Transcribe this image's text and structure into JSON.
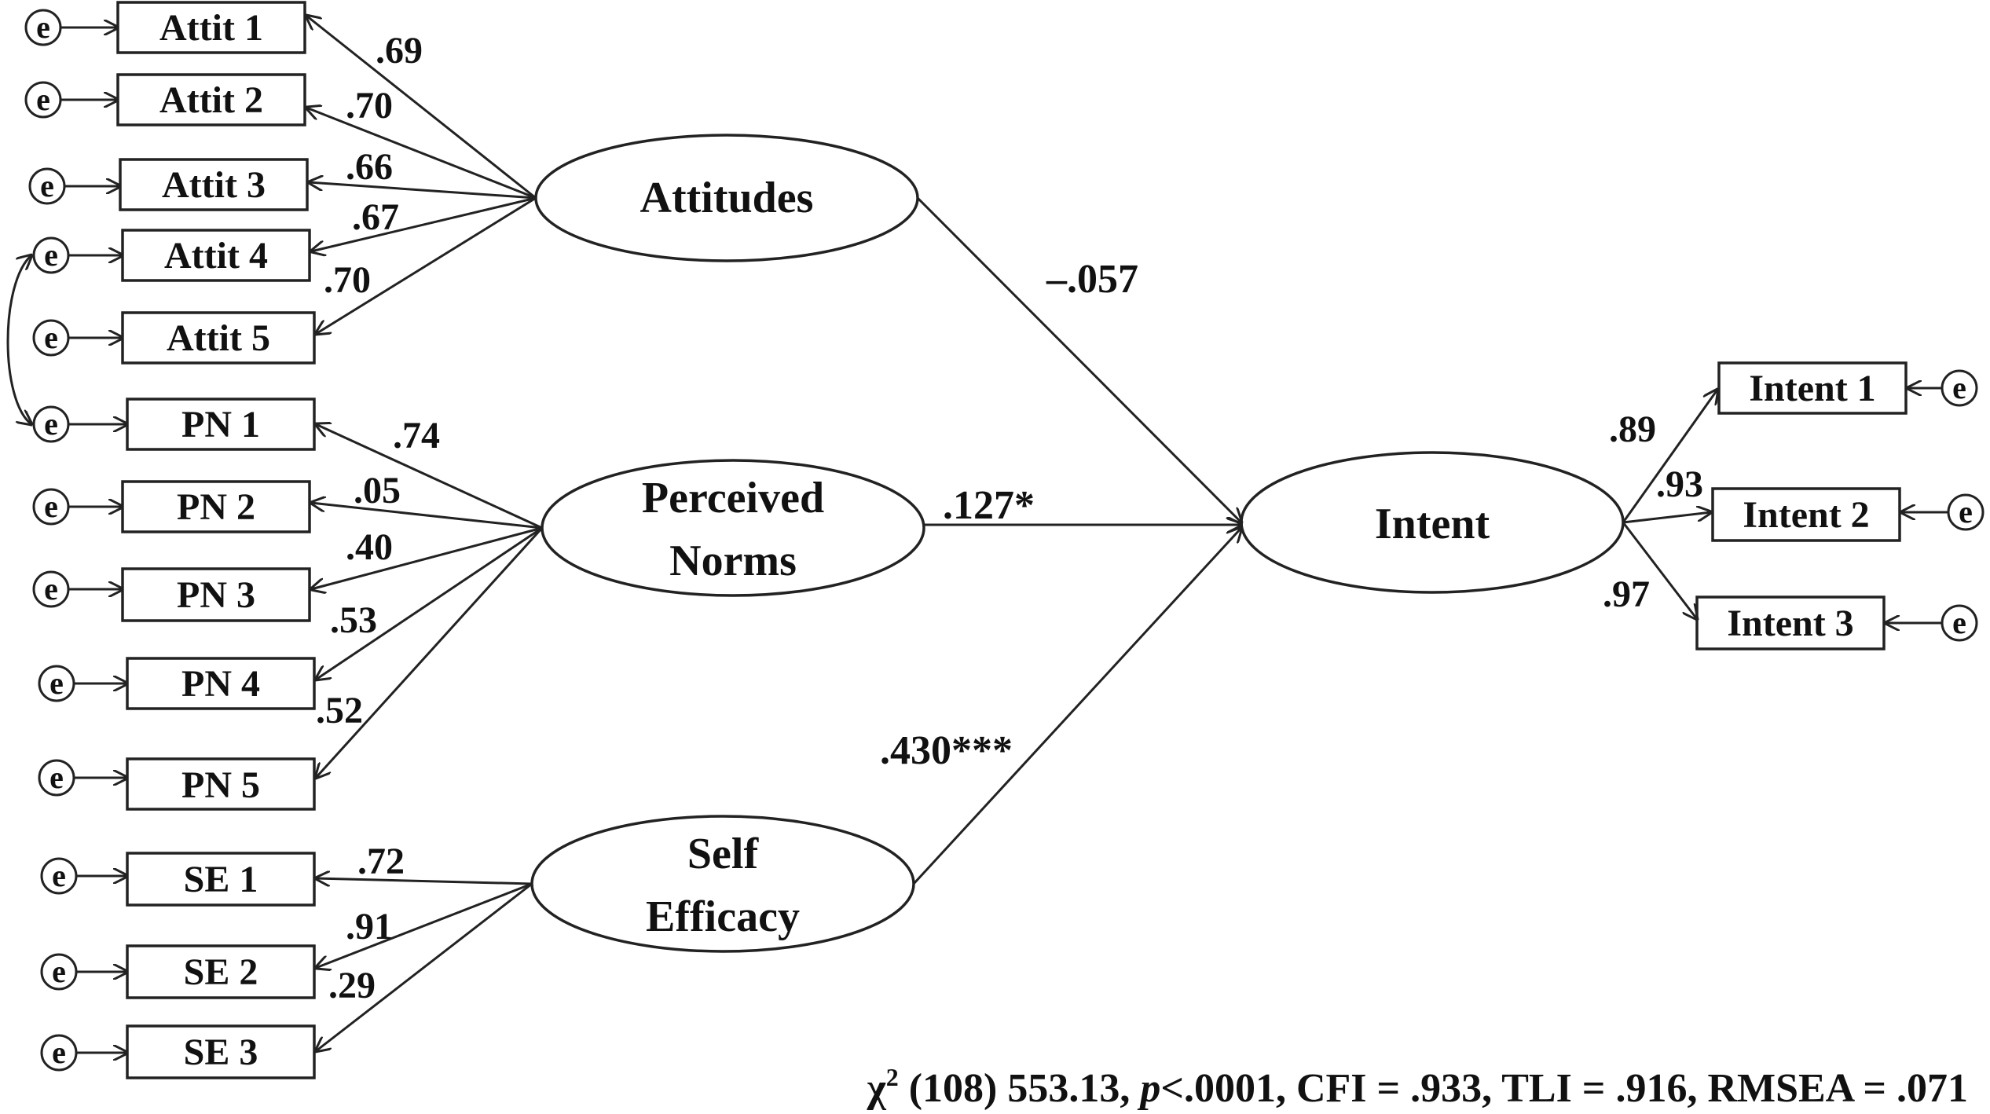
{
  "colors": {
    "stroke": "#222222",
    "text": "#111111",
    "background": "#ffffff"
  },
  "error_label": "e",
  "latents": {
    "attitudes": "Attitudes",
    "norms_line1": "Perceived",
    "norms_line2": "Norms",
    "efficacy_line1": "Self",
    "efficacy_line2": "Efficacy",
    "intent": "Intent"
  },
  "indicators": {
    "attitudes": [
      {
        "label": "Attit 1",
        "loading": ".69"
      },
      {
        "label": "Attit 2",
        "loading": ".70"
      },
      {
        "label": "Attit 3",
        "loading": ".66"
      },
      {
        "label": "Attit 4",
        "loading": ".67"
      },
      {
        "label": "Attit 5",
        "loading": ".70"
      }
    ],
    "norms": [
      {
        "label": "PN 1",
        "loading": ".74"
      },
      {
        "label": "PN 2",
        "loading": ".05"
      },
      {
        "label": "PN 3",
        "loading": ".40"
      },
      {
        "label": "PN 4",
        "loading": ".53"
      },
      {
        "label": "PN 5",
        "loading": ".52"
      }
    ],
    "efficacy": [
      {
        "label": "SE 1",
        "loading": ".72"
      },
      {
        "label": "SE 2",
        "loading": ".91"
      },
      {
        "label": "SE 3",
        "loading": ".29"
      }
    ],
    "intent": [
      {
        "label": "Intent 1",
        "loading": ".89"
      },
      {
        "label": "Intent 2",
        "loading": ".93"
      },
      {
        "label": "Intent 3",
        "loading": ".97"
      }
    ]
  },
  "paths": {
    "attitudes_to_intent": "–.057",
    "norms_to_intent": ".127*",
    "efficacy_to_intent": ".430***"
  },
  "fit": {
    "chi": "χ",
    "sup": "2",
    "main": " (108) 553.13, ",
    "p": "p",
    "rest": "<.0001, CFI = .933, TLI = .916, RMSEA = .071"
  }
}
